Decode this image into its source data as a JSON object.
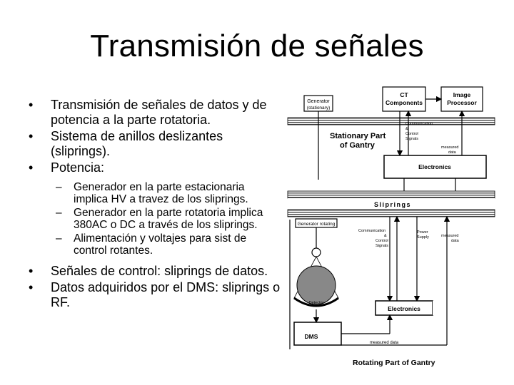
{
  "slide": {
    "title": "Transmisión de señales",
    "bullets": [
      {
        "text": "Transmisión de señales de datos y de potencia a la parte rotatoria."
      },
      {
        "text": "Sistema de anillos deslizantes (sliprings)."
      },
      {
        "text": "Potencia:"
      },
      {
        "text": "Generador en la parte estacionaria implica HV a travez de los sliprings.",
        "sub": true
      },
      {
        "text": "Generador en la parte rotatoria implica 380AC o DC a través de los sliprings.",
        "sub": true
      },
      {
        "text": "Alimentación y voltajes para sist de control rotantes.",
        "sub": true
      },
      {
        "text": "Señales de control: sliprings de datos."
      },
      {
        "text": "Datos adquiridos por el DMS: sliprings o RF."
      }
    ]
  },
  "diagram": {
    "generator_stationary": [
      "Generator",
      "(stationary)"
    ],
    "ct_components": [
      "CT",
      "Components"
    ],
    "image_processor": [
      "Image",
      "Processor"
    ],
    "stationary_part": [
      "Stationary Part",
      "of Gantry"
    ],
    "comm_top": [
      "Communication",
      "&",
      "Control",
      "Signals"
    ],
    "measured_top": [
      "measured",
      "data"
    ],
    "electronics_top": "Electronics",
    "sliprings": "Sliprings",
    "generator_rotating": "Generator rotating",
    "comm_mid": [
      "Communication",
      "&",
      "Control",
      "Signals"
    ],
    "power_supply": [
      "Power",
      "Supply"
    ],
    "measured_mid": [
      "measured",
      "data"
    ],
    "detector": "Detector",
    "electronics_bottom": "Electronics",
    "dms": "DMS",
    "measured_bottom": "measured data",
    "rotating_part": "Rotating Part of Gantry"
  }
}
